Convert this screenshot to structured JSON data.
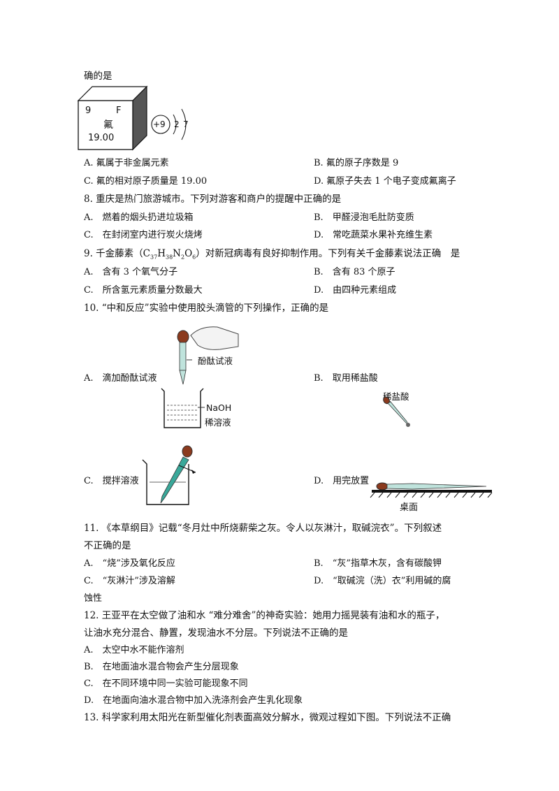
{
  "q7": {
    "stem_tail": "确的是",
    "tile": {
      "number": "9",
      "symbol": "F",
      "name": "氟",
      "mass": "19.00"
    },
    "atom": {
      "nucleus": "+9",
      "shell1": "2",
      "shell2": "7"
    },
    "options": [
      {
        "letter": "A.",
        "text": "氟属于非金属元素"
      },
      {
        "letter": "B.",
        "text": "氟的原子序数是 9"
      },
      {
        "letter": "C.",
        "text": "氟的相对原子质量是 19.00"
      },
      {
        "letter": "D.",
        "text": "氟原子失去 1 个电子变成氟离子"
      }
    ]
  },
  "q8": {
    "stem": "8. 重庆是热门旅游城市。下列对游客和商户的提醒中正确的是",
    "options": [
      {
        "letter": "A.",
        "text": "燃着的烟头扔进垃圾箱"
      },
      {
        "letter": "B.",
        "text": "甲醛浸泡毛肚防变质"
      },
      {
        "letter": "C.",
        "text": "在封闭室内进行炭火烧烤"
      },
      {
        "letter": "D.",
        "text": "常吃蔬菜水果补充维生素"
      }
    ]
  },
  "q9": {
    "stem_a": "9. 千金藤素（C",
    "sub1": "37",
    "h": "H",
    "sub2": "38",
    "n": "N",
    "sub3": "2",
    "o": "O",
    "sub4": "6",
    "stem_b": "）对新冠病毒有良好抑制作用。下列有关千金藤素说法正确　是",
    "options": [
      {
        "letter": "A.",
        "text": "含有 3 个氧气分子"
      },
      {
        "letter": "B.",
        "text": "含有 83 个原子"
      },
      {
        "letter": "C.",
        "text": "所含氢元素质量分数最大"
      },
      {
        "letter": "D.",
        "text": "由四种元素组成"
      }
    ]
  },
  "q10": {
    "stem": "10. “中和反应”实验中使用胶头滴管的下列操作，正确的是",
    "options": [
      {
        "letter": "A.",
        "text": "滴加酚酞试液"
      },
      {
        "letter": "B.",
        "text": "取用稀盐酸"
      },
      {
        "letter": "C.",
        "text": "搅拌溶液"
      },
      {
        "letter": "D.",
        "text": "用完放置"
      }
    ],
    "labels": {
      "phenol": "酚酞试液",
      "naoh": "NaOH",
      "dilute_solution": "稀溶液",
      "hcl": "稀盐酸",
      "table": "桌面"
    }
  },
  "q11": {
    "stem_line1": "11. 《本草纲目》记载“冬月灶中所烧薪柴之灰。令人以灰淋汁，取碱浣衣”。下列叙述",
    "stem_line2": "不正确的是",
    "options": [
      {
        "letter": "A.",
        "text": "“烧”涉及氧化反应"
      },
      {
        "letter": "B.",
        "text": "“灰”指草木灰，含有碳酸钾"
      },
      {
        "letter": "C.",
        "text": "“灰淋汁”涉及溶解"
      },
      {
        "letter": "D.",
        "text": "“取碱浣（洗）衣”利用碱的腐"
      }
    ],
    "option_d_cont": "蚀性"
  },
  "q12": {
    "stem_line1": "12. 王亚平在太空做了油和水 “难分难舍”的神奇实验：她用力摇晃装有油和水的瓶子，",
    "stem_line2": "让油水充分混合、静置，发现油水不分层。下列说法不正确的是",
    "options": [
      {
        "letter": "A.",
        "text": "太空中水不能作溶剂"
      },
      {
        "letter": "B.",
        "text": "在地面油水混合物会产生分层现象"
      },
      {
        "letter": "C.",
        "text": "在不同环境中同一实验可能现象不同"
      },
      {
        "letter": "D.",
        "text": "在地面向油水混合物中加入洗涤剂会产生乳化现象"
      }
    ]
  },
  "q13": {
    "stem": "13. 科学家利用太阳光在新型催化剂表面高效分解水，微观过程如下图。下列说法不正确"
  }
}
